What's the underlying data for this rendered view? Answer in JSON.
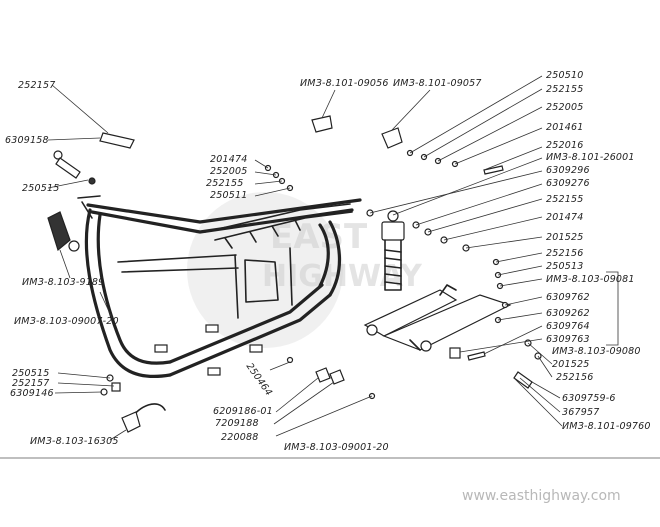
{
  "watermark": {
    "line1": "EAST",
    "line2": "HIGHWAY",
    "url": "www.easthighway.com"
  },
  "labels": {
    "l_252157_top": "252157",
    "l_6309158": "6309158",
    "l_250515_top": "250515",
    "l_9189": "ИМЗ-8.103-9189",
    "l_09007": "ИМЗ-8.103-09007-20",
    "l_250515_bot": "250515",
    "l_252157_bot": "252157",
    "l_6309146": "6309146",
    "l_16305": "ИМЗ-8.103-16305",
    "l_09056": "ИМЗ-8.101-09056",
    "l_09057": "ИМЗ-8.101-09057",
    "l_201474_left": "201474",
    "l_252005_left": "252005",
    "l_252155_left": "252155",
    "l_250511": "250511",
    "l_250464": "250464",
    "l_6209186": "6209186-01",
    "l_7209188": "7209188",
    "l_220088": "220088",
    "l_09001": "ИМЗ-8.103-09001-20",
    "r_250510": "250510",
    "r_252155_a": "252155",
    "r_252005": "252005",
    "r_201461": "201461",
    "r_252016": "252016",
    "r_26001": "ИМЗ-8.101-26001",
    "r_6309296": "6309296",
    "r_6309276": "6309276",
    "r_252155_b": "252155",
    "r_201474": "201474",
    "r_201525_a": "201525",
    "r_252156_a": "252156",
    "r_250513": "250513",
    "r_09081": "ИМЗ-8.103-09081",
    "r_6309762": "6309762",
    "r_6309262": "6309262",
    "r_6309764": "6309764",
    "r_6309763": "6309763",
    "r_09080": "ИМЗ-8.103-09080",
    "r_201525_b": "201525",
    "r_252156_b": "252156",
    "r_6309759": "6309759-6",
    "r_367957": "367957",
    "r_09760": "ИМЗ-8.101-09760"
  }
}
